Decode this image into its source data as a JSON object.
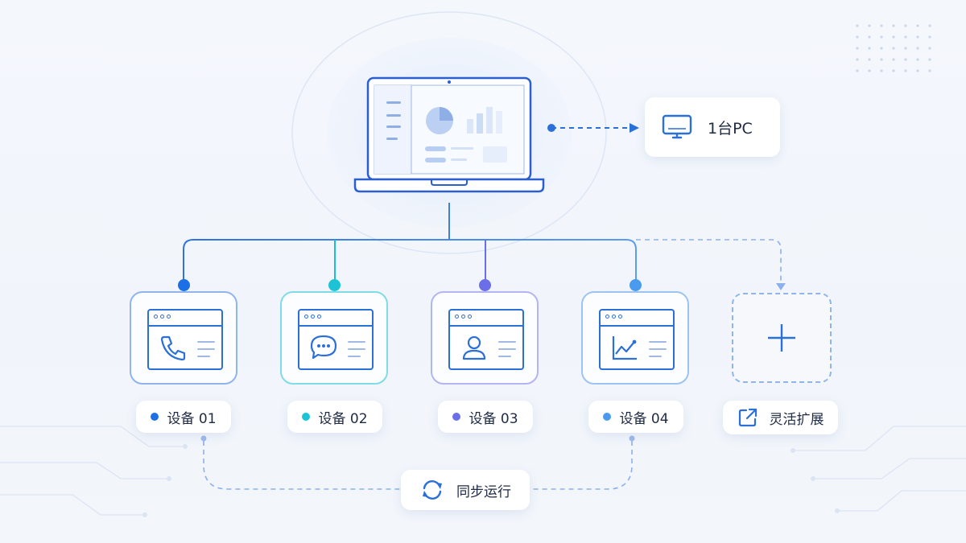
{
  "pc_box": {
    "label": "1台PC",
    "icon": "monitor-icon"
  },
  "devices": [
    {
      "label": "设备 01",
      "icon": "phone-icon",
      "color": "#1d6fe6"
    },
    {
      "label": "设备 02",
      "icon": "chat-icon",
      "color": "#1cc3d6"
    },
    {
      "label": "设备 03",
      "icon": "user-icon",
      "color": "#6a6ee9"
    },
    {
      "label": "设备 04",
      "icon": "trend-chart-icon",
      "color": "#4a9af0"
    }
  ],
  "expand": {
    "label": "灵活扩展",
    "icon": "external-link-icon",
    "add_icon": "plus-icon"
  },
  "sync": {
    "label": "同步运行",
    "icon": "sync-icon"
  },
  "colors": {
    "primary": "#2b6fd9",
    "line": "#3f7fdc",
    "dashed": "#8bb0ec"
  }
}
